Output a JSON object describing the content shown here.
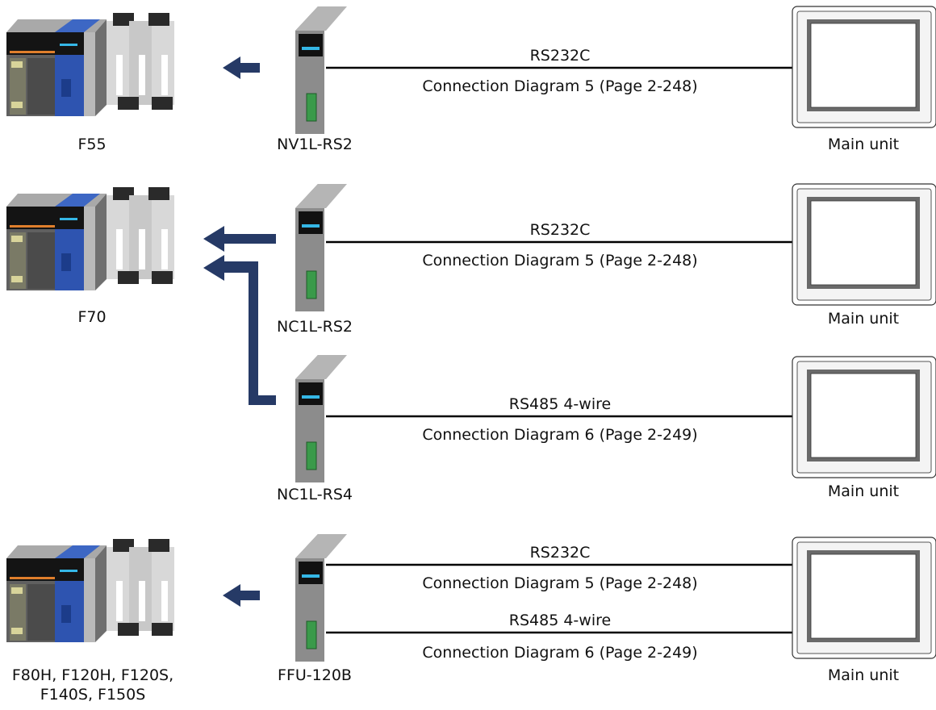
{
  "colors": {
    "arrow": "#263a66",
    "plc_blue": "#2e54b0",
    "module_gray": "#8c8c8c",
    "indicator": "#35b7e6",
    "connector": "#3a9a4a"
  },
  "rows": [
    {
      "plc_label": "F55",
      "module_label": "NV1L-RS2",
      "cables": [
        {
          "name": "RS232C",
          "diagram": "Connection Diagram 5 (Page 2-248)"
        }
      ],
      "unit_label": "Main unit"
    },
    {
      "plc_label": "F70",
      "module_label": "NC1L-RS2",
      "cables": [
        {
          "name": "RS232C",
          "diagram": "Connection Diagram 5 (Page 2-248)"
        }
      ],
      "unit_label": "Main unit"
    },
    {
      "plc_label": "",
      "module_label": "NC1L-RS4",
      "cables": [
        {
          "name": "RS485 4-wire",
          "diagram": "Connection Diagram 6 (Page 2-249)"
        }
      ],
      "unit_label": "Main unit"
    },
    {
      "plc_label_line1": "F80H, F120H, F120S,",
      "plc_label_line2": "F140S, F150S",
      "module_label": "FFU-120B",
      "cables": [
        {
          "name": "RS232C",
          "diagram": "Connection Diagram 5 (Page 2-248)"
        },
        {
          "name": "RS485 4-wire",
          "diagram": "Connection Diagram 6 (Page 2-249)"
        }
      ],
      "unit_label": "Main unit"
    }
  ]
}
